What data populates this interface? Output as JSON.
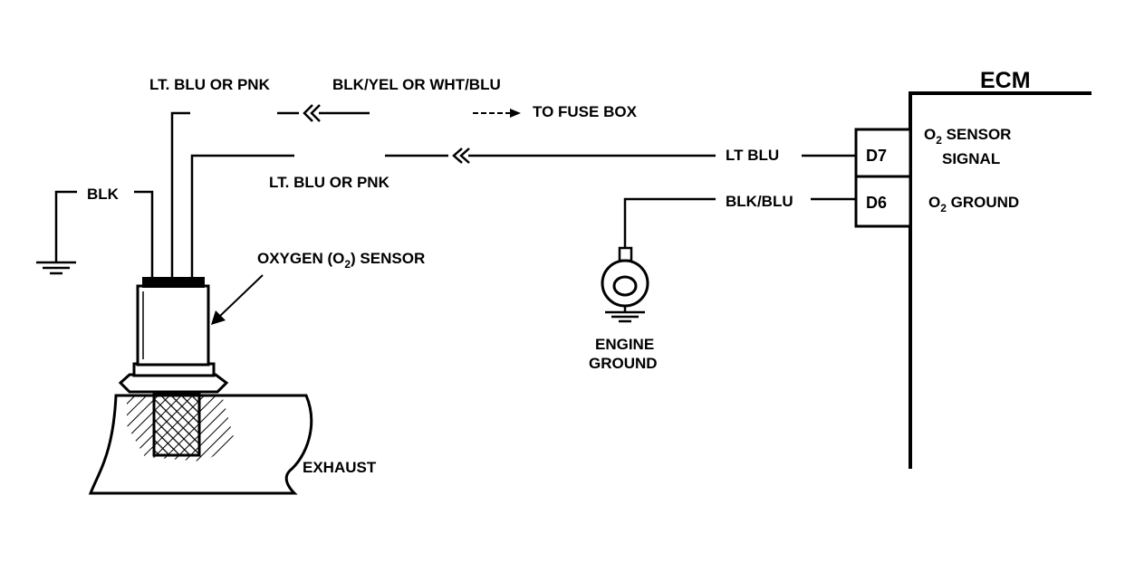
{
  "labels": {
    "wire_top_left": "LT. BLU OR PNK",
    "wire_top_mid": "BLK/YEL OR WHT/BLU",
    "fuse": "TO FUSE BOX",
    "wire_lower_left": "LT. BLU OR PNK",
    "blk": "BLK",
    "sensor": "OXYGEN (O2) SENSOR",
    "exhaust": "EXHAUST",
    "lt_blu": "LT BLU",
    "blk_blu": "BLK/BLU",
    "pin_d7": "D7",
    "pin_d6": "D6",
    "signal_line1": "O2 SENSOR",
    "signal_line2": "SIGNAL",
    "ground_label": "O2 GROUND",
    "engine_ground_line1": "ENGINE",
    "engine_ground_line2": "GROUND",
    "ecm": "ECM"
  }
}
